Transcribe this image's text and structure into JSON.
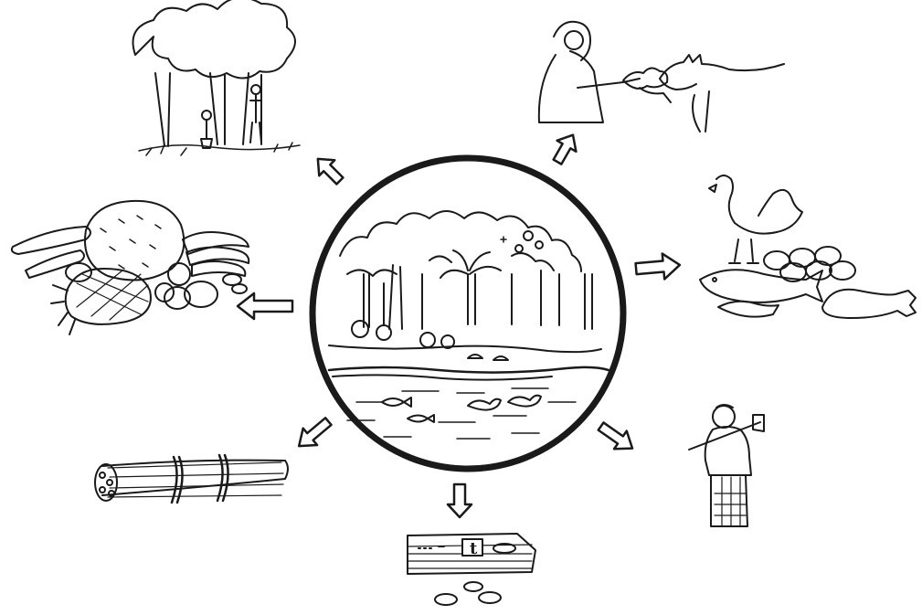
{
  "diagram": {
    "center": {
      "icon": "homestead-garden-pond-icon"
    },
    "outputs": [
      {
        "key": "shade",
        "icon": "trees-shade-icon"
      },
      {
        "key": "fodder",
        "icon": "fodder-cow-icon"
      },
      {
        "key": "protein",
        "icon": "chicken-fish-eggs-meat-icon"
      },
      {
        "key": "labour",
        "icon": "farmer-with-axe-icon"
      },
      {
        "key": "money",
        "icon": "money-taka-icon"
      },
      {
        "key": "fuelwood",
        "icon": "fuelwood-bundle-icon"
      },
      {
        "key": "fruits",
        "icon": "fruits-vegetables-icon"
      }
    ],
    "banknote_text": "t",
    "colors": {
      "ink": "#1a1a1a",
      "paper": "#ffffff"
    }
  }
}
